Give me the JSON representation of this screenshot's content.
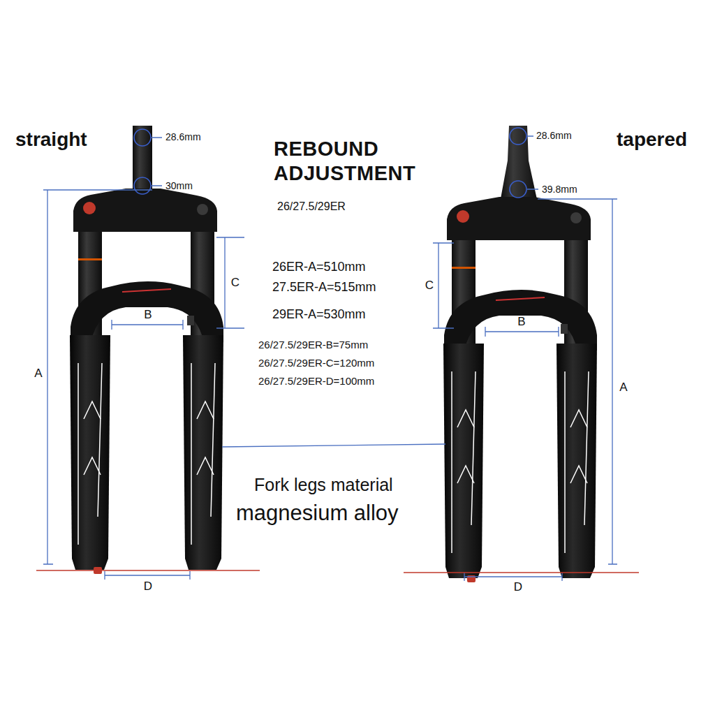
{
  "diagram": {
    "title": "REBOUND ADJUSTMENT",
    "labels": [
      "straight",
      "tapered",
      "28.6mm",
      "30mm",
      "28.6mm",
      "39.8mm",
      "26/27.5/29ER",
      "26ER-A=510mm",
      "27.5ER-A=515mm",
      "29ER-A=530mm",
      "26/27.5/29ER-B=75mm",
      "26/27.5/29ER-C=120mm",
      "26/27.5/29ER-D=100mm",
      "Fork legs material",
      "magnesium alloy",
      "A",
      "B",
      "C",
      "D",
      "A",
      "B",
      "C",
      "D"
    ]
  }
}
